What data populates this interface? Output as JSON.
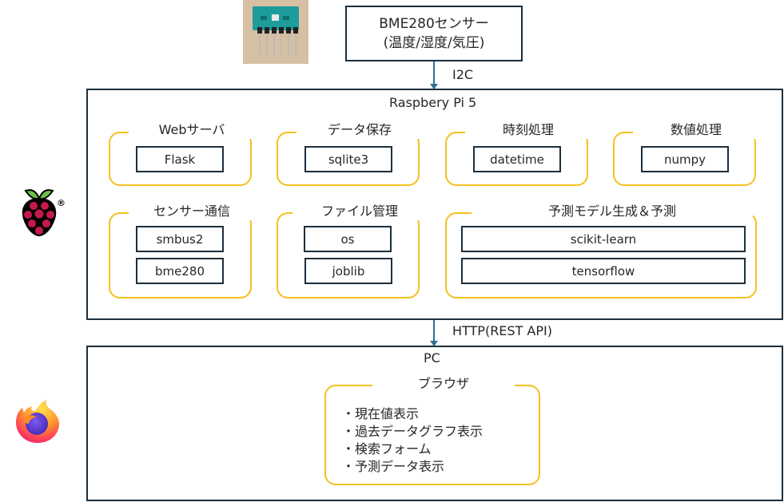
{
  "sensor": {
    "title": "BME280センサー",
    "subtitle": "(温度/湿度/気圧)",
    "photo": "bme280-module-photo"
  },
  "connections": {
    "sensor_to_pi": "I2C",
    "pi_to_pc": "HTTP(REST API)"
  },
  "raspberry_pi": {
    "title": "Raspbery Pi 5",
    "logo": "raspberry-pi-logo",
    "logo_mark": "®",
    "groups": [
      {
        "title": "Webサーバ",
        "libraries": [
          "Flask"
        ]
      },
      {
        "title": "データ保存",
        "libraries": [
          "sqlite3"
        ]
      },
      {
        "title": "時刻処理",
        "libraries": [
          "datetime"
        ]
      },
      {
        "title": "数値処理",
        "libraries": [
          "numpy"
        ]
      },
      {
        "title": "センサー通信",
        "libraries": [
          "smbus2",
          "bme280"
        ]
      },
      {
        "title": "ファイル管理",
        "libraries": [
          "os",
          "joblib"
        ]
      },
      {
        "title": "予測モデル生成＆予測",
        "libraries": [
          "scikit-learn",
          "tensorflow"
        ]
      }
    ]
  },
  "pc": {
    "title": "PC",
    "logo": "firefox-logo",
    "browser": {
      "title": "ブラウザ",
      "features": [
        "現在値表示",
        "過去データグラフ表示",
        "検索フォーム",
        "予測データ表示"
      ]
    }
  },
  "colors": {
    "box_border": "#1b2f3e",
    "group_border": "#f5c01f",
    "arrow": "#2f6f95"
  }
}
